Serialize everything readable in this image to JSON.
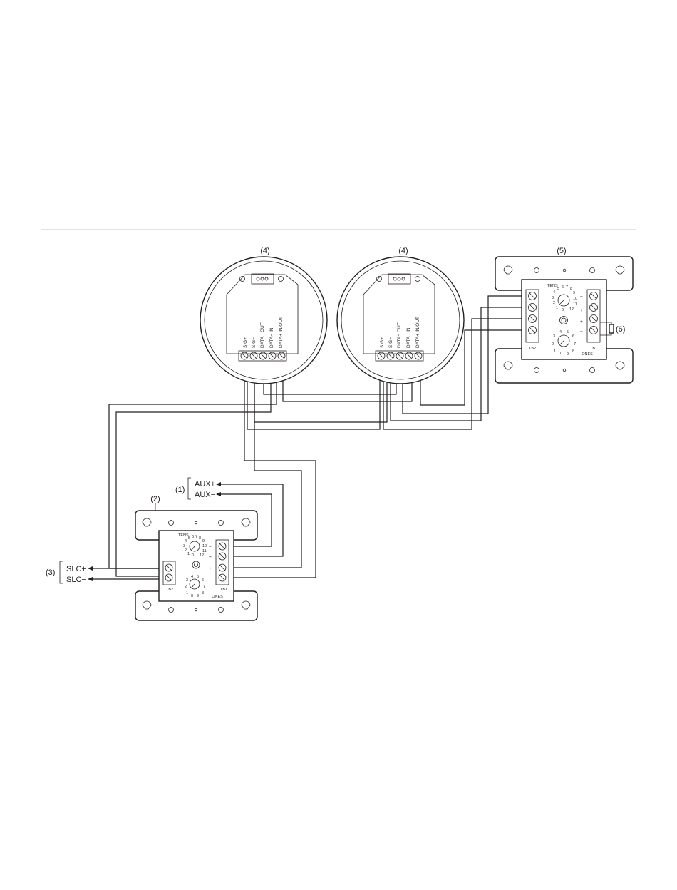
{
  "callouts": {
    "module_control": "(2)",
    "module_remote": "(5)",
    "device_a": "(4)",
    "device_b": "(4)",
    "aux": "(1)",
    "slc": "(3)",
    "resistor": "(6)"
  },
  "aux": {
    "plus": "AUX+",
    "minus": "AUX−"
  },
  "slc": {
    "plus": "SLC+",
    "minus": "SLC−"
  },
  "device_terminals": [
    "SIG+",
    "SIG−",
    "DATA− OUT",
    "DATA− IN",
    "DATA+ IN/OUT"
  ],
  "module": {
    "tens_label": "TENS",
    "ones_label": "ONES",
    "tb1_label": "TB1",
    "tb2_label": "TB2",
    "tens_dial": [
      "0",
      "1",
      "2",
      "3",
      "4",
      "5",
      "6",
      "7",
      "8",
      "9",
      "10",
      "11",
      "12"
    ],
    "ones_dial": [
      "0",
      "1",
      "2",
      "3",
      "4",
      "5",
      "6",
      "7",
      "8",
      "9"
    ],
    "polarity": [
      "−",
      "+",
      "+",
      "−"
    ]
  }
}
